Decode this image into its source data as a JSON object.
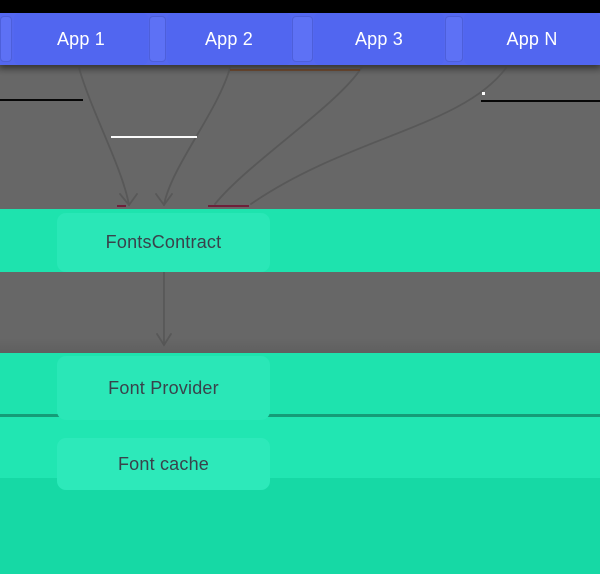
{
  "apps": {
    "items": [
      "App 1",
      "App 2",
      "App 3",
      "App N"
    ]
  },
  "stack": {
    "fonts_contract": "FontsContract",
    "font_provider": "Font Provider",
    "font_cache": "Font cache"
  },
  "colors": {
    "top_strip": "#000000",
    "band_blue": "#5468f0",
    "app_blue": "#5166f0",
    "strip_blue": "#5d71f5",
    "app_label": "#ffffff",
    "gray_backdrop": "#676767",
    "arrow_gray": "#585858",
    "band_green": "#1ee3ae",
    "node_green": "#2ae7b7",
    "band3_green": "#21e6b2",
    "cache_green": "#2de9ba",
    "bottom_green": "#16d9a5",
    "label_dark": "#39424b"
  }
}
